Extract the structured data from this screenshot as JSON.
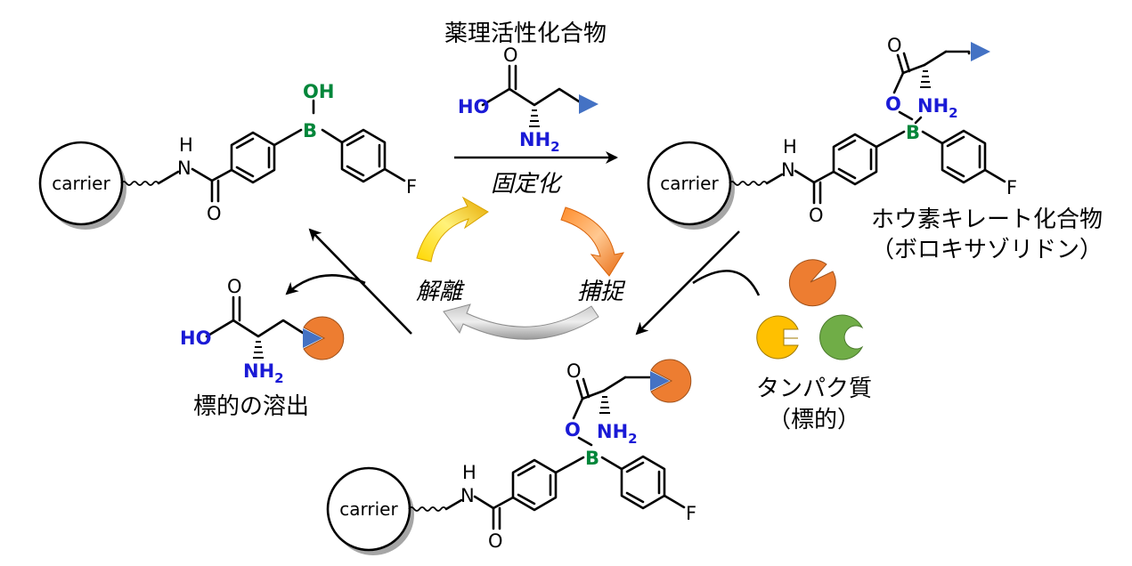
{
  "colors": {
    "boron_green": "#00863a",
    "heteroatom_blue": "#1a1ad6",
    "protein_orange": "#ed7d31",
    "protein_yellow": "#ffc000",
    "protein_green": "#70ad47",
    "triangle_blue": "#4472c4",
    "arrow_gray": "#a6a6a6"
  },
  "labels": {
    "drug": "薬理活性化合物",
    "immobilize": "固定化",
    "capture": "捕捉",
    "release": "解離",
    "boron_chelate_line1": "ホウ素キレート化合物",
    "boron_chelate_line2": "（ボロキサゾリドン）",
    "protein_line1": "タンパク質",
    "protein_line2": "（標的）",
    "elution": "標的の溶出"
  },
  "atoms": {
    "carrier": "carrier",
    "oh": "OH",
    "b": "B",
    "h": "H",
    "n": "N",
    "o": "O",
    "f": "F",
    "ho": "HO",
    "nh2": "NH",
    "nh2_sub": "2"
  }
}
